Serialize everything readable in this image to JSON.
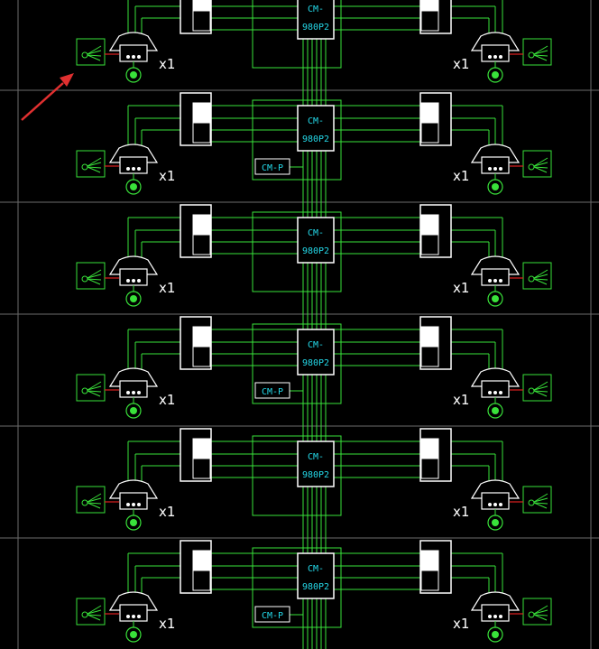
{
  "canvas": {
    "background": "#000000",
    "grid_color": "#6b6b6b",
    "wire_color": "#39e23a",
    "red_wire_color": "#e02020",
    "label_color": "#24d8e8",
    "box_color": "#ffffff",
    "arrow_color": "#e03030"
  },
  "diagram": {
    "controller_label_line1": "CM-",
    "controller_label_line2": "980P2",
    "aux_module_label": "CM-P",
    "multiplier_label": "x1",
    "floors": [
      {
        "has_aux_module": false
      },
      {
        "has_aux_module": true
      },
      {
        "has_aux_module": false
      },
      {
        "has_aux_module": true
      },
      {
        "has_aux_module": false
      },
      {
        "has_aux_module": true
      }
    ]
  },
  "icons": {
    "arrow": "annotation-arrow-icon",
    "sensor": "sensor-fan-icon",
    "unit": "indoor-unit-icon",
    "indicator": "green-indicator-icon",
    "switchbox": "switch-box-icon"
  }
}
